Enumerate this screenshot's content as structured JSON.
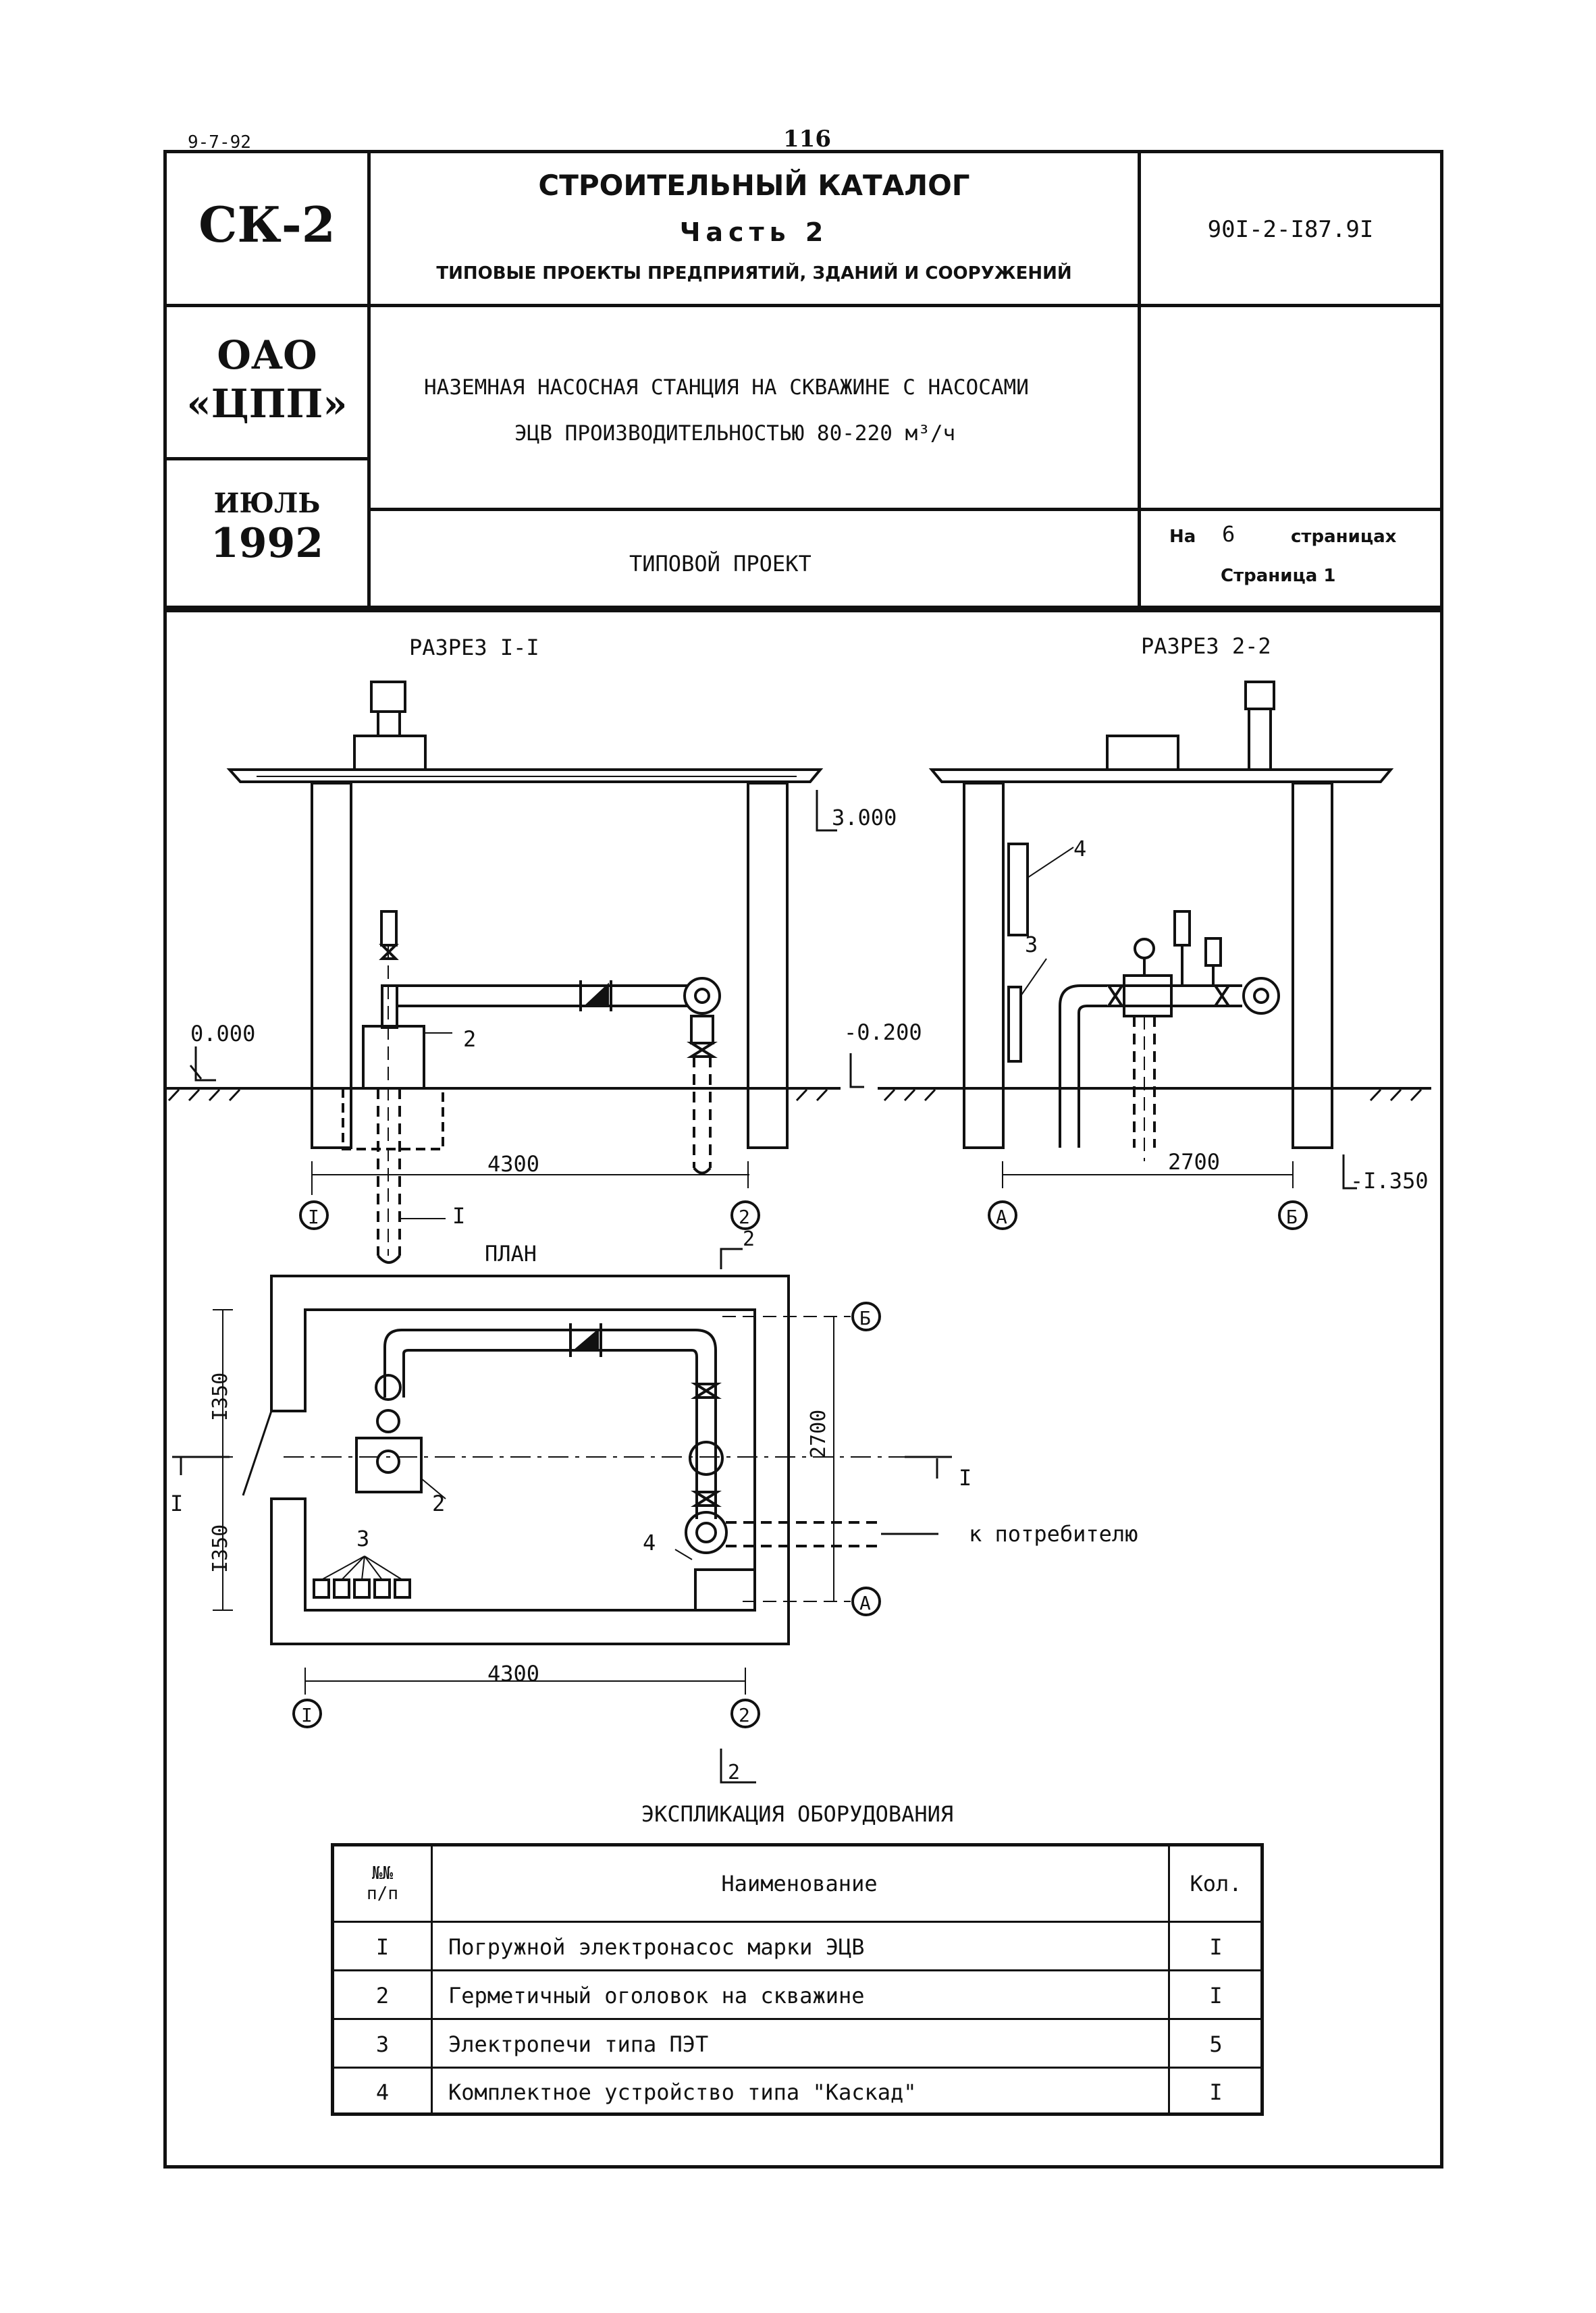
{
  "page": {
    "top_code": "9-7-92",
    "page_number": "116"
  },
  "title_block": {
    "series": "СК-2",
    "catalog_title": "СТРОИТЕЛЬНЫЙ КАТАЛОГ",
    "part": "Часть 2",
    "subtitle": "ТИПОВЫЕ ПРОЕКТЫ ПРЕДПРИЯТИЙ, ЗДАНИЙ И СООРУЖЕНИЙ",
    "code": "90I-2-I87.9I",
    "org_line1": "ОАО",
    "org_line2": "«ЦПП»",
    "month": "ИЮЛЬ",
    "year": "1992",
    "project_name_line1": "НАЗЕМНАЯ НАСОСНАЯ СТАНЦИЯ НА СКВАЖИНЕ С НАСОСАМИ",
    "project_name_line2": "ЭЦВ ПРОИЗВОДИТЕЛЬНОСТЬЮ 80-220 м³/ч",
    "project_type": "ТИПОВОЙ ПРОЕКТ",
    "pages_prefix": "На",
    "pages_count": "6",
    "pages_suffix": "страницах",
    "page_label": "Страница 1"
  },
  "drawing": {
    "section1_title": "РАЗРЕЗ I-I",
    "section2_title": "РАЗРЕЗ 2-2",
    "plan_title": "ПЛАН",
    "elev_top": "3.000",
    "elev_zero": "0.000",
    "elev_m020": "-0.200",
    "elev_m135": "-I.350",
    "dim_4300": "4300",
    "dim_2700": "2700",
    "dim_1350": "I350",
    "axis_1": "I",
    "axis_2": "2",
    "axis_a": "А",
    "axis_b": "Б",
    "callout_1": "I",
    "callout_2": "2",
    "callout_3": "3",
    "callout_4": "4",
    "section_mark_2": "2",
    "section_mark_I": "I",
    "consumer_label": "к потребителю"
  },
  "explication": {
    "title": "ЭКСПЛИКАЦИЯ ОБОРУДОВАНИЯ",
    "headers": {
      "num_line1": "№№",
      "num_line2": "п/п",
      "name": "Наименование",
      "qty": "Кол."
    },
    "rows": [
      {
        "num": "I",
        "name": "Погружной электронасос марки ЭЦВ",
        "qty": "I"
      },
      {
        "num": "2",
        "name": "Герметичный оголовок на скважине",
        "qty": "I"
      },
      {
        "num": "3",
        "name": "Электропечи типа ПЭТ",
        "qty": "5"
      },
      {
        "num": "4",
        "name": "Комплектное устройство типа \"Каскад\"",
        "qty": "I"
      }
    ]
  }
}
